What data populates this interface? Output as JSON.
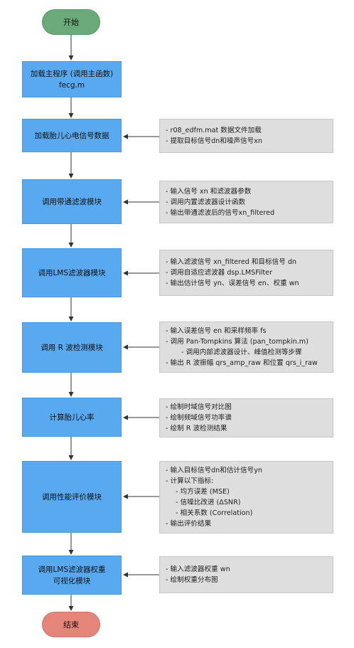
{
  "start_label": "开始",
  "end_label": "结束",
  "steps": [
    {
      "lines": [
        "加载主程序 (调用主函数)",
        "fecg.m"
      ]
    },
    {
      "lines": [
        "加载胎儿心电信号数据"
      ]
    },
    {
      "lines": [
        "调用带通滤波模块"
      ]
    },
    {
      "lines": [
        "调用LMS滤波器模块"
      ]
    },
    {
      "lines": [
        "调用 R 波检测模块"
      ]
    },
    {
      "lines": [
        "计算胎儿心率"
      ]
    },
    {
      "lines": [
        "调用性能评价模块"
      ]
    },
    {
      "lines": [
        "调用LMS滤波器权重",
        "可视化模块"
      ]
    }
  ],
  "notes": [
    {
      "lines": [
        "- r08_edfm.mat 数据文件加载",
        "- 提取目标信号dn和噪声信号xn"
      ]
    },
    {
      "lines": [
        "- 输入信号 xn 和滤波器参数",
        "- 调用内置滤波器设计函数",
        "- 输出带通滤波后的信号xn_filtered"
      ]
    },
    {
      "lines": [
        "- 输入滤波信号 xn_filtered 和目标信号 dn",
        "- 调用自适应滤波器 dsp.LMSFilter",
        "- 输出估计信号 yn、误差信号 en、权重 wn"
      ]
    },
    {
      "lines": [
        "- 输入误差信号 en 和采样频率 fs",
        "- 调用 Pan-Tompkins 算法 (pan_tompkin.m)",
        "- 调用内部滤波器设计、峰值检测等步骤",
        "- 输出 R 波振幅 qrs_amp_raw 和位置 qrs_i_raw"
      ]
    },
    {
      "lines": [
        "- 绘制时域信号对比图",
        "- 绘制频域信号功率谱",
        "- 绘制 R 波检测结果"
      ]
    },
    {
      "lines": [
        "- 输入目标信号dn和估计信号yn",
        "- 计算以下指标:",
        "- 均方误差 (MSE)",
        "- 信噪比改进 (ΔSNR)",
        "- 相关系数 (Correlation)",
        "- 输出评价结果"
      ]
    },
    {
      "lines": [
        "- 输入滤波器权重 wn",
        "-  绘制权重分布图"
      ]
    }
  ]
}
